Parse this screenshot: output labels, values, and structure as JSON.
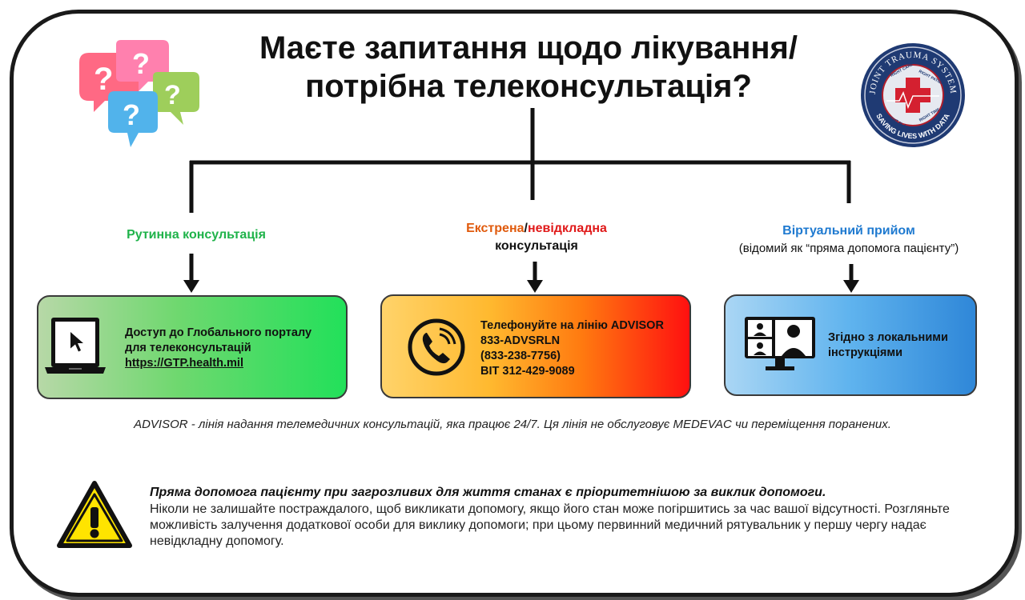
{
  "title": {
    "line1": "Маєте запитання щодо лікування/",
    "line2": "потрібна телеконсультація?"
  },
  "branches": {
    "routine": {
      "label": "Рутинна консультація",
      "box_lines": [
        "Доступ до Глобального порталу",
        "для телеконсультацій"
      ],
      "link": "https://GTP.health.mil",
      "icon": "laptop-cursor-icon"
    },
    "emergency": {
      "label_part1": "Екстрена",
      "label_sep": "/",
      "label_part2": "невідкладна",
      "label_line2": "консультація",
      "box_lines": [
        "Телефонуйте на лінію ADVISOR",
        "833-ADVSRLN",
        "(833-238-7756)",
        "BIT 312-429-9089"
      ],
      "icon": "phone-icon"
    },
    "virtual": {
      "label": "Віртуальний прийом",
      "sublabel": "(відомий як “пряма допомога пацієнту”)",
      "box_lines": [
        "Згідно з локальними",
        "інструкціями"
      ],
      "icon": "video-call-icon"
    }
  },
  "note": "ADVISOR - лінія надання телемедичних консультацій, яка працює 24/7. Ця лінія не обслуговує MEDEVAC чи переміщення поранених.",
  "warning": {
    "title": "Пряма допомога пацієнту при загрозливих для життя станах є пріоритетнішою за виклик допомоги.",
    "body": "Ніколи не залишайте постраждалого, щоб викликати допомогу, якщо його стан може погіршитись за час вашої відсутності. Розгляньте можливість залучення додаткової особи для виклику допомоги; при цьому первинний медичний рятувальник у першу чергу надає невідкладну допомогу.",
    "icon": "warning-icon"
  },
  "logo": {
    "ring_top": "JOINT TRAUMA SYSTEM",
    "ring_bottom": "SAVING LIVES WITH DATA",
    "inner": [
      "RIGHT CARE",
      "RIGHT PATIENT",
      "RIGHT PLACE",
      "RIGHT TIME"
    ]
  },
  "colors": {
    "routine_label": "#1fb34a",
    "emergency_orange": "#e05a0c",
    "emergency_red": "#e01919",
    "virtual_label": "#1f7ad0",
    "logo_navy": "#1f3a73"
  }
}
